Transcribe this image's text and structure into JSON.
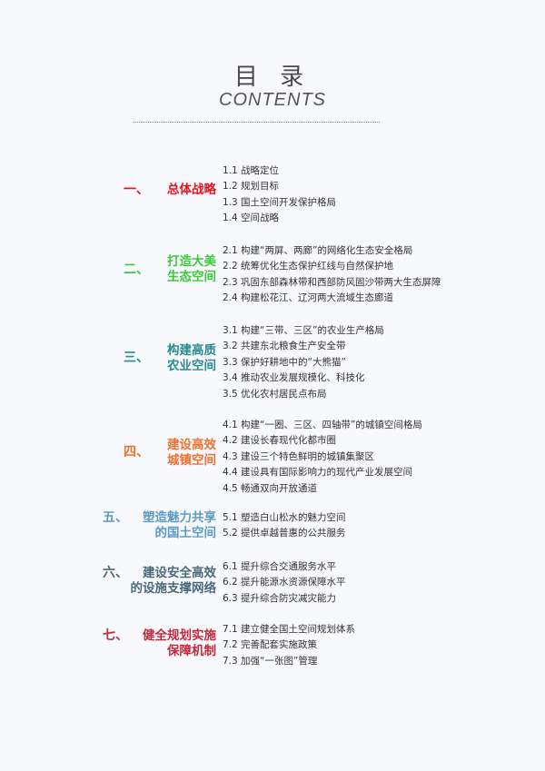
{
  "title": "目 录",
  "subtitle": "CONTENTS",
  "sections": [
    {
      "num": "一、",
      "heading": [
        "总体战略"
      ],
      "color": "#e8141c",
      "items": [
        "1.1 战略定位",
        "1.2 规划目标",
        "1.3 国土空间开发保护格局",
        "1.4 空间战略"
      ]
    },
    {
      "num": "二、",
      "heading": [
        "打造大美",
        "生态空间"
      ],
      "color": "#3cc83c",
      "items": [
        "2.1 构建“两屏、两廊”的网络化生态安全格局",
        "2.2 统筹优化生态保护红线与自然保护地",
        "2.3 巩固东部森林带和西部防风固沙带两大生态屏障",
        "2.4 构建松花江、辽河两大流域生态廊道"
      ]
    },
    {
      "num": "三、",
      "heading": [
        "构建高质",
        "农业空间"
      ],
      "color": "#2a8a94",
      "items": [
        "3.1 构建“三带、三区”的农业生产格局",
        "3.2 共建东北粮食生产安全带",
        "3.3 保护好耕地中的“大熊猫”",
        "3.4 推动农业发展规模化、科技化",
        "3.5 优化农村居民点布局"
      ]
    },
    {
      "num": "四、",
      "heading": [
        "建设高效",
        "城镇空间"
      ],
      "color": "#f07030",
      "items": [
        "4.1 构建“一圈、三区、四轴带”的城镇空间格局",
        "4.2 建设长春现代化都市圈",
        "4.3 建设三个特色鲜明的城镇集聚区",
        "4.4 建设具有国际影响力的现代产业发展空间",
        "4.5 畅通双向开放通道"
      ]
    },
    {
      "num": "五、",
      "heading": [
        "塑造魅力共享",
        "的国土空间"
      ],
      "color": "#5a9ac8",
      "items": [
        "5.1 塑造白山松水的魅力空间",
        "5.2 提供卓越普惠的公共服务"
      ]
    },
    {
      "num": "六、",
      "heading": [
        "建设安全高效",
        "的设施支撑网络"
      ],
      "color": "#4a6a7a",
      "items": [
        "6.1 提升综合交通服务水平",
        "6.2 提升能源水资源保障水平",
        "6.3 提升综合防灾减灾能力"
      ]
    },
    {
      "num": "七、",
      "heading": [
        "健全规划实施",
        "保障机制"
      ],
      "color": "#c8283c",
      "items": [
        "7.1 建立健全国土空间规划体系",
        "7.2 完善配套实施政策",
        "7.3 加强“一张图”管理"
      ]
    }
  ]
}
